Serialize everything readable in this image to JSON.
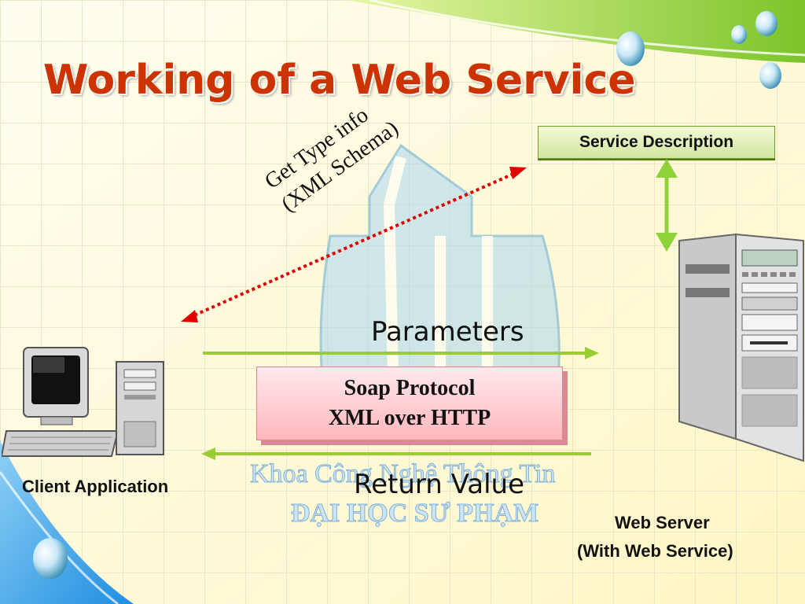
{
  "slide": {
    "title": "Working of a Web Service",
    "service_description": "Service Description",
    "get_type_line1": "Get Type info",
    "get_type_line2": "(XML Schema)",
    "parameters": "Parameters",
    "soap_line1": "Soap Protocol",
    "soap_line2": "XML over HTTP",
    "return_value": "Return Value",
    "client_label": "Client Application",
    "server_label_line1": "Web Server",
    "server_label_line2": "(With Web Service)",
    "watermark_line1": "Khoa Công Nghệ Thông Tin",
    "watermark_line2": "ĐẠI HỌC SƯ PHẠM"
  },
  "colors": {
    "title": "#cc3300",
    "arrow_green": "#9acd32",
    "dotted_red": "#e00000",
    "accent_green": "#7cc42a",
    "sky_blue": "#3b9fe0"
  }
}
